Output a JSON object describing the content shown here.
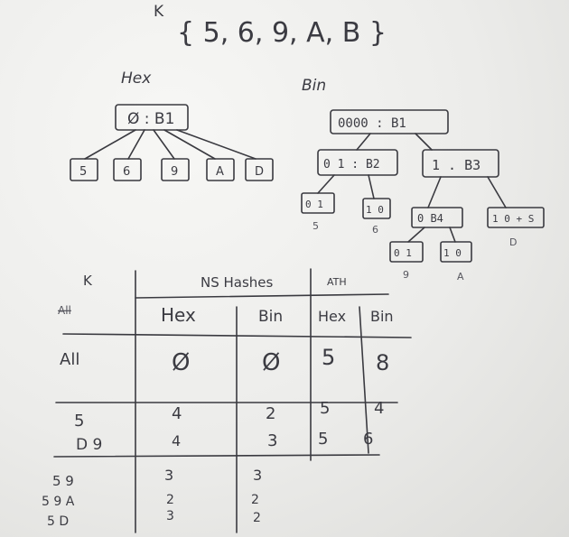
{
  "set_line": {
    "label": "K",
    "values": "{ 5, 6, 9, A, B }"
  },
  "hex_tree": {
    "title": "Hex",
    "root": "Ø : B1",
    "leaves": [
      "5",
      "6",
      "9",
      "A",
      "D"
    ]
  },
  "bin_tree": {
    "title": "Bin",
    "root": "0000 : B1",
    "level1": [
      "0 1 : B2",
      "1 . B3"
    ],
    "level2": [
      "0 1",
      "1 0",
      "0 B4",
      "1 0 + S"
    ],
    "level3": [
      "0 1",
      "1 0"
    ],
    "annotations": [
      "5",
      "6",
      "D",
      "9",
      "A"
    ]
  },
  "table": {
    "headers": {
      "k": "K",
      "k_sub": "All",
      "ns_hashes": "NS Hashes",
      "ath": "ATH",
      "hex": "Hex",
      "bin": "Bin",
      "ath_hex": "Hex",
      "ath_bin": "Bin"
    },
    "rows": [
      {
        "k": "All",
        "hex": "Ø",
        "bin": "Ø",
        "ath_hex": "5",
        "ath_bin": "8"
      },
      {
        "k": "5",
        "hex": "4",
        "bin": "2",
        "ath_hex": "5",
        "ath_bin": "4"
      },
      {
        "k": "D 9",
        "hex": "4",
        "bin": "3",
        "ath_hex": "5",
        "ath_bin": "6"
      }
    ],
    "extra_rows": [
      {
        "k": "5 9",
        "hex": "3",
        "bin": "3"
      },
      {
        "k": "5 9 A",
        "hex": "2",
        "bin": "2"
      },
      {
        "k": "5 D",
        "hex": "3",
        "bin": "2"
      }
    ]
  }
}
